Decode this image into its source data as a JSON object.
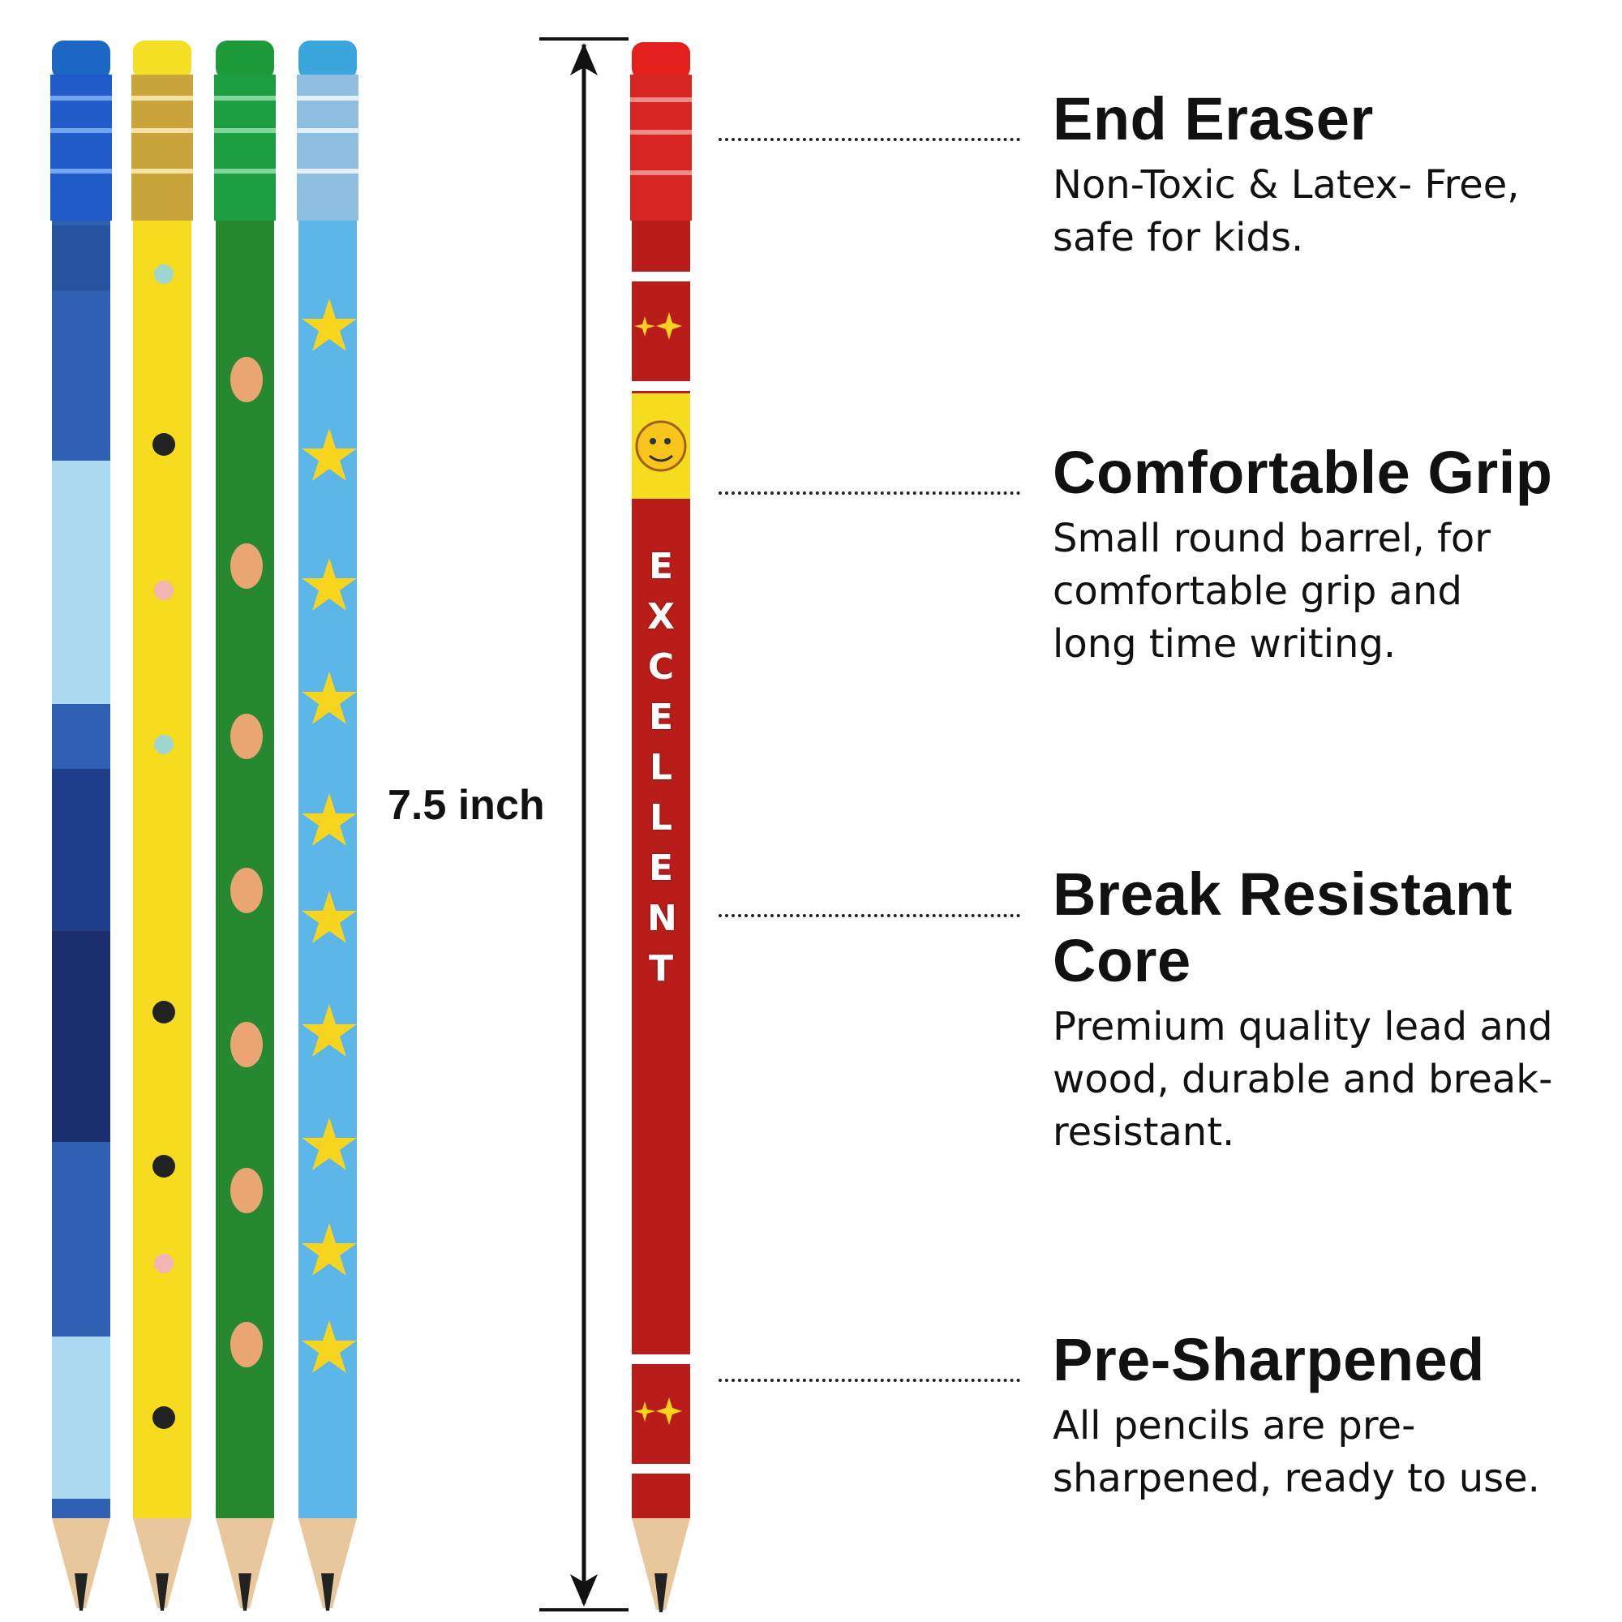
{
  "dimension": {
    "label": "7.5 inch"
  },
  "pencil_text": "EXCELLENT",
  "features": [
    {
      "title": "End Eraser",
      "description": "Non-Toxic & Latex- Free,\nsafe for kids."
    },
    {
      "title": "Comfortable Grip",
      "description": "Small round barrel, for\ncomfortable grip and\nlong time writing."
    },
    {
      "title": "Break Resistant\nCore",
      "description": "Premium quality lead and\nwood, durable and break-\nresistant."
    },
    {
      "title": "Pre-Sharpened",
      "description": "All pencils are pre-\nsharpened, ready to use."
    }
  ],
  "colors": {
    "pencil_1": "#2f5fb0",
    "pencil_2": "#f6dc1f",
    "pencil_3": "#27892f",
    "pencil_4": "#5cb7e8",
    "pencil_5": "#b81d1a"
  }
}
